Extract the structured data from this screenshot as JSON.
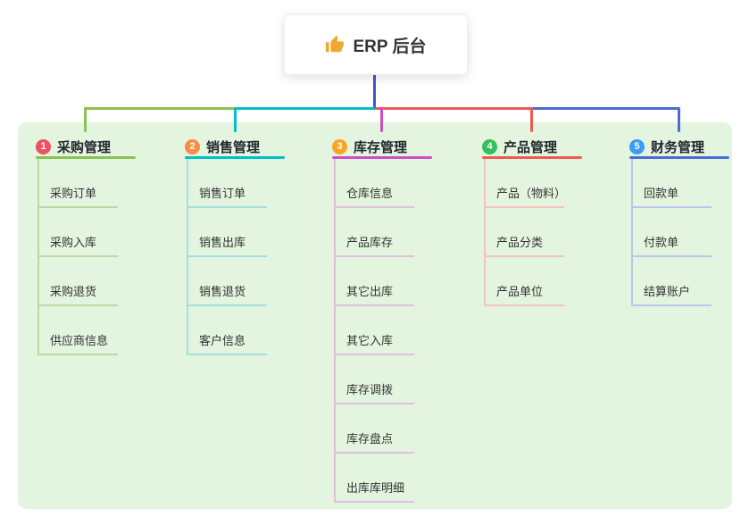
{
  "root": {
    "label": "ERP 后台",
    "icon": "thumbs-up-icon"
  },
  "colors": {
    "panel": "#e3f4df",
    "root_line": "#4254cc",
    "icon": "#f0a832",
    "text": "#333333"
  },
  "branches": [
    {
      "num": "1",
      "title": "采购管理",
      "color": "#8cc152",
      "light": "#bcd9a3",
      "badge": "#ee4f63",
      "items": [
        "采购订单",
        "采购入库",
        "采购退货",
        "供应商信息"
      ]
    },
    {
      "num": "2",
      "title": "销售管理",
      "color": "#00bfc8",
      "light": "#a3dfe0",
      "badge": "#fa8b45",
      "items": [
        "销售订单",
        "销售出库",
        "销售退货",
        "客户信息"
      ]
    },
    {
      "num": "3",
      "title": "库存管理",
      "color": "#cb4fc6",
      "light": "#dfc0dd",
      "badge": "#f8a427",
      "items": [
        "仓库信息",
        "产品库存",
        "其它出库",
        "其它入库",
        "库存调拨",
        "库存盘点",
        "出库库明细"
      ]
    },
    {
      "num": "4",
      "title": "产品管理",
      "color": "#ee5a52",
      "light": "#f2c3c1",
      "badge": "#30c159",
      "items": [
        "产品（物料）",
        "产品分类",
        "产品单位"
      ]
    },
    {
      "num": "5",
      "title": "财务管理",
      "color": "#4a6bd8",
      "light": "#b9c6ec",
      "badge": "#3a9cf5",
      "items": [
        "回款单",
        "付款单",
        "结算账户"
      ]
    }
  ]
}
